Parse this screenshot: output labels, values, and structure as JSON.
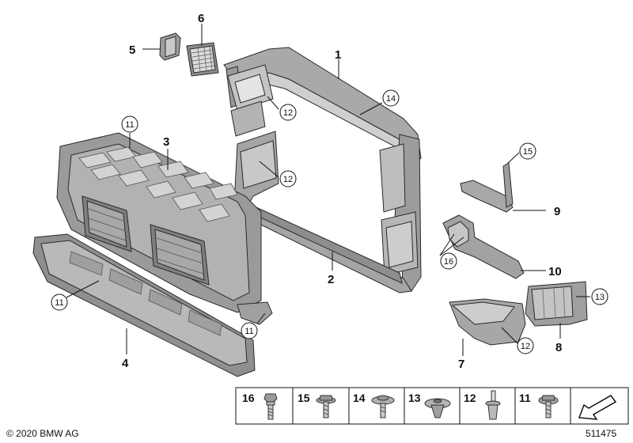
{
  "labels": {
    "l1": "1",
    "l2": "2",
    "l3": "3",
    "l4": "4",
    "l5": "5",
    "l6": "6",
    "l7": "7",
    "l8": "8",
    "l9": "9",
    "l10": "10"
  },
  "callouts": {
    "c11a": "11",
    "c11b": "11",
    "c11c": "11",
    "c12a": "12",
    "c12b": "12",
    "c12c": "12",
    "c13": "13",
    "c14": "14",
    "c15": "15",
    "c16": "16"
  },
  "fasteners": [
    "16",
    "15",
    "14",
    "13",
    "12",
    "11"
  ],
  "copyright": "© 2020 BMW AG",
  "doc_number": "511475",
  "colors": {
    "part_fill": "#bdbdbd",
    "part_dark": "#8f8f8f",
    "part_light": "#d8d8d8",
    "line": "#111111"
  }
}
